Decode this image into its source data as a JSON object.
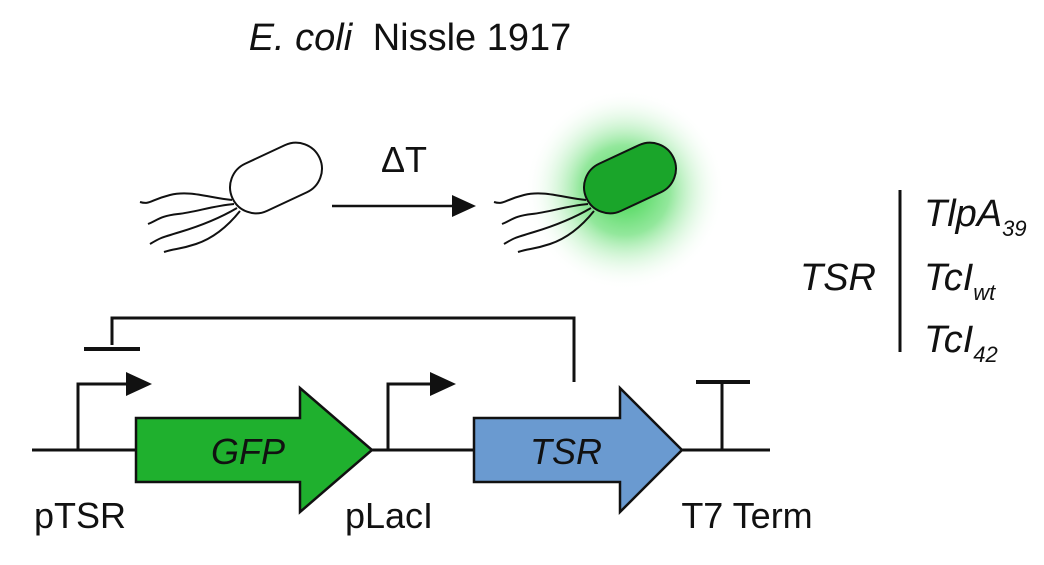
{
  "title": {
    "species": "E. coli",
    "strain": "Nissle 1917"
  },
  "transition_label": "ΔT",
  "tsr_panel": {
    "label": "TSR",
    "variants": [
      {
        "name": "TlpA",
        "sub": "39"
      },
      {
        "name": "TcI",
        "sub": "wt"
      },
      {
        "name": "TcI",
        "sub": "42"
      }
    ]
  },
  "circuit": {
    "gfp_label": "GFP",
    "tsr_label": "TSR",
    "promoter_1": "pTSR",
    "promoter_2": "pLacI",
    "terminator": "T7 Term"
  },
  "colors": {
    "gfp": "#1fb02e",
    "tsr": "#6a9ad0",
    "glow": "#2fd13e",
    "cell_on": "#1aa52a",
    "line": "#111111"
  }
}
